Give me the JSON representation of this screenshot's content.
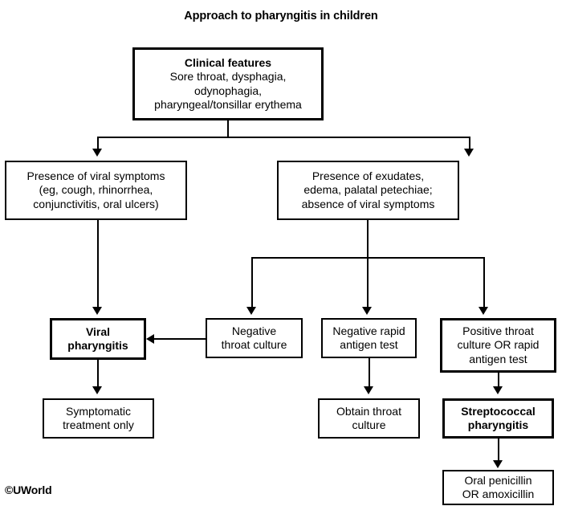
{
  "title": "Approach to pharyngitis in children",
  "watermark": "©UWorld",
  "colors": {
    "ink": "#000000",
    "paper": "#ffffff"
  },
  "nodes": {
    "clinical_features": {
      "header": "Clinical features",
      "line1": "Sore throat, dysphagia,",
      "line2": "odynophagia,",
      "line3": "pharyngeal/tonsillar erythema"
    },
    "viral_symptoms": {
      "line1": "Presence of viral symptoms",
      "line2": "(eg, cough, rhinorrhea,",
      "line3": "conjunctivitis, oral ulcers)"
    },
    "bacterial_signs": {
      "line1": "Presence of exudates,",
      "line2": "edema, palatal petechiae;",
      "line3": "absence of viral symptoms"
    },
    "viral_pharyngitis": {
      "line1": "Viral",
      "line2": "pharyngitis"
    },
    "negative_throat_culture": {
      "line1": "Negative",
      "line2": "throat culture"
    },
    "negative_rapid_antigen": {
      "line1": "Negative rapid",
      "line2": "antigen test"
    },
    "positive_test": {
      "line1": "Positive throat",
      "line2": "culture OR rapid",
      "line3": "antigen test"
    },
    "symptomatic_treatment": {
      "line1": "Symptomatic",
      "line2": "treatment only"
    },
    "obtain_throat_culture": {
      "line1": "Obtain throat",
      "line2": "culture"
    },
    "strep_pharyngitis": {
      "line1": "Streptococcal",
      "line2": "pharyngitis"
    },
    "antibiotics": {
      "line1": "Oral penicillin",
      "line2": "OR amoxicillin"
    }
  }
}
